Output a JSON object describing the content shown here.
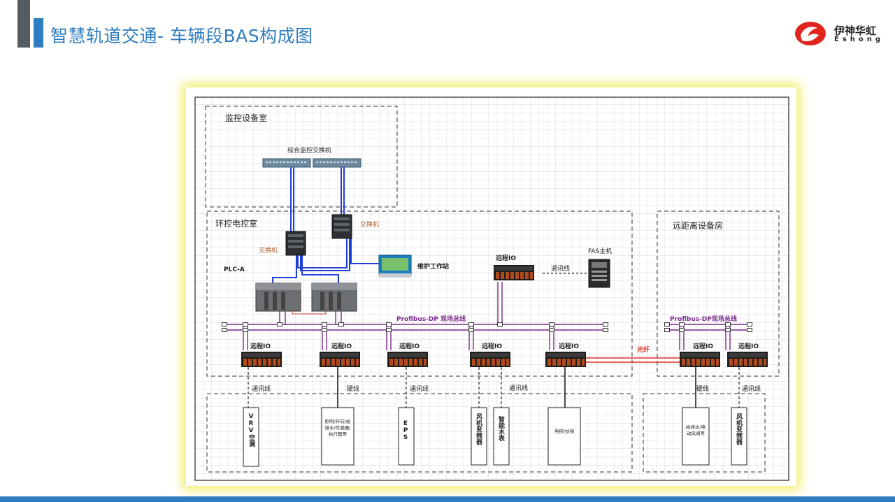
{
  "header": {
    "title": "智慧轨道交通- 车辆段BAS构成图",
    "logo_cn": "伊神华虹",
    "logo_en": "Eshong"
  },
  "diagram": {
    "rooms": {
      "monitor_room": "监控设备室",
      "env_control_room": "环控电控室",
      "remote_room": "远距离设备房"
    },
    "core_switch": "综合监控交换机",
    "switch_left": "交换机",
    "switch_right": "交换机",
    "plc": "PLC-A",
    "workstation": "维护工作站",
    "fas": "FAS主机",
    "remote_io_top": "远程IO",
    "comm_line_fas": "通讯线",
    "bus_main": "Profibus-DP 现场总线",
    "bus_remote": "Profibus-DP现场总线",
    "fiber": "光纤",
    "io_modules": [
      "远程IO",
      "远程IO",
      "远程IO",
      "远程IO",
      "远程IO",
      "远程IO",
      "远程IO"
    ],
    "link_labels": [
      "通讯线",
      "硬线",
      "通讯线",
      "通讯线",
      "硬线",
      "通讯线"
    ],
    "devices": [
      {
        "label": "VRV空调"
      },
      {
        "label": "照明/开向/给排水/传感器/执行器等"
      },
      {
        "label": "EPS"
      },
      {
        "label": "风机变频器"
      },
      {
        "label": "智能水表"
      },
      {
        "label": "电梯/扶梯"
      },
      {
        "label": "给排水/电动风阀等"
      },
      {
        "label": "风机变频器"
      }
    ]
  }
}
